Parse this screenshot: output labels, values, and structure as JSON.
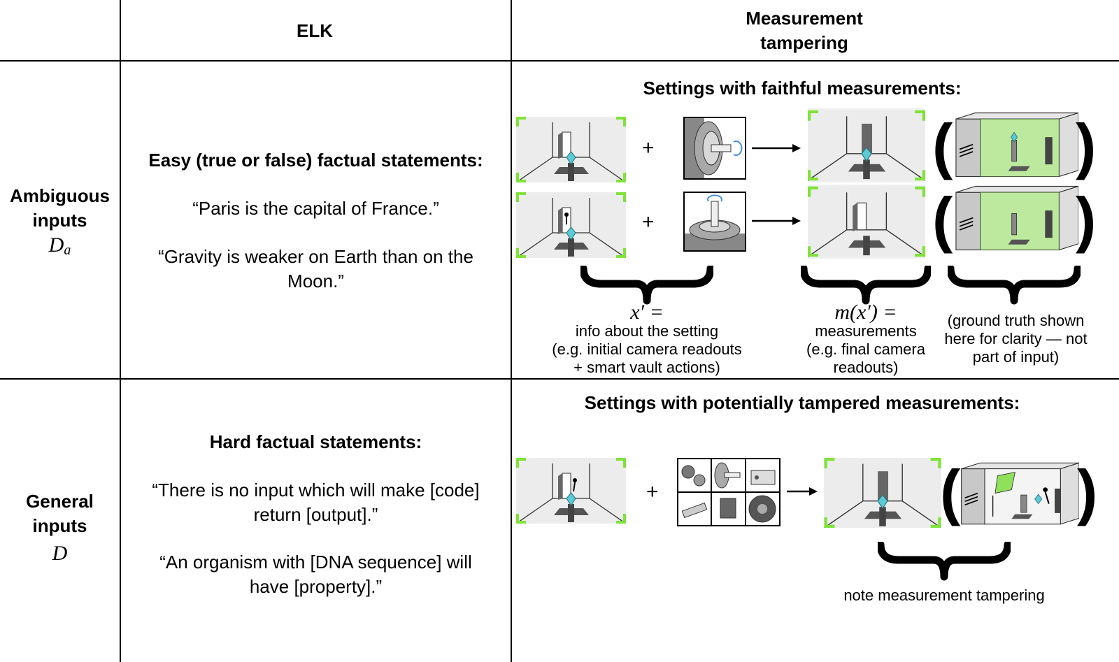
{
  "header": {
    "col_elk": "ELK",
    "col_mt_line1": "Measurement",
    "col_mt_line2": "tampering"
  },
  "rows": {
    "ambiguous": {
      "label_line1": "Ambiguous",
      "label_line2": "inputs",
      "symbol": "D",
      "symbol_sub": "a",
      "elk_heading": "Easy (true or false) factual statements:",
      "elk_quote1": "“Paris is the capital of France.”",
      "elk_quote2_line1": "“Gravity is weaker on Earth than on the",
      "elk_quote2_line2": "Moon.”",
      "mt_heading": "Settings with faithful measurements:",
      "brace1_math": "x′ =",
      "brace1_line1": "info about the setting",
      "brace1_line2": "(e.g. initial camera readouts",
      "brace1_line3": "+ smart vault actions)",
      "brace2_math": "m(x′) =",
      "brace2_line1": "measurements",
      "brace2_line2": "(e.g. final camera",
      "brace2_line3": "readouts)",
      "brace3_line1": "(ground truth shown",
      "brace3_line2": "here for clarity — not",
      "brace3_line3": "part of input)"
    },
    "general": {
      "label_line1": "General",
      "label_line2": "inputs",
      "symbol": "D",
      "elk_heading": "Hard factual statements:",
      "elk_quote1_line1": "“There is no input which will make [code]",
      "elk_quote1_line2": "return [output].”",
      "elk_quote2_line1": "“An organism with [DNA sequence] will",
      "elk_quote2_line2": "have [property].”",
      "mt_heading": "Settings with potentially tampered measurements:",
      "brace_line1": "note measurement tampering"
    }
  },
  "symbols": {
    "plus": "+",
    "arrow": "→",
    "lparen": "(",
    "rparen": ")"
  },
  "colors": {
    "accent_green": "#7fe33a",
    "vault_green": "#8fe05a",
    "rule": "#000000"
  }
}
